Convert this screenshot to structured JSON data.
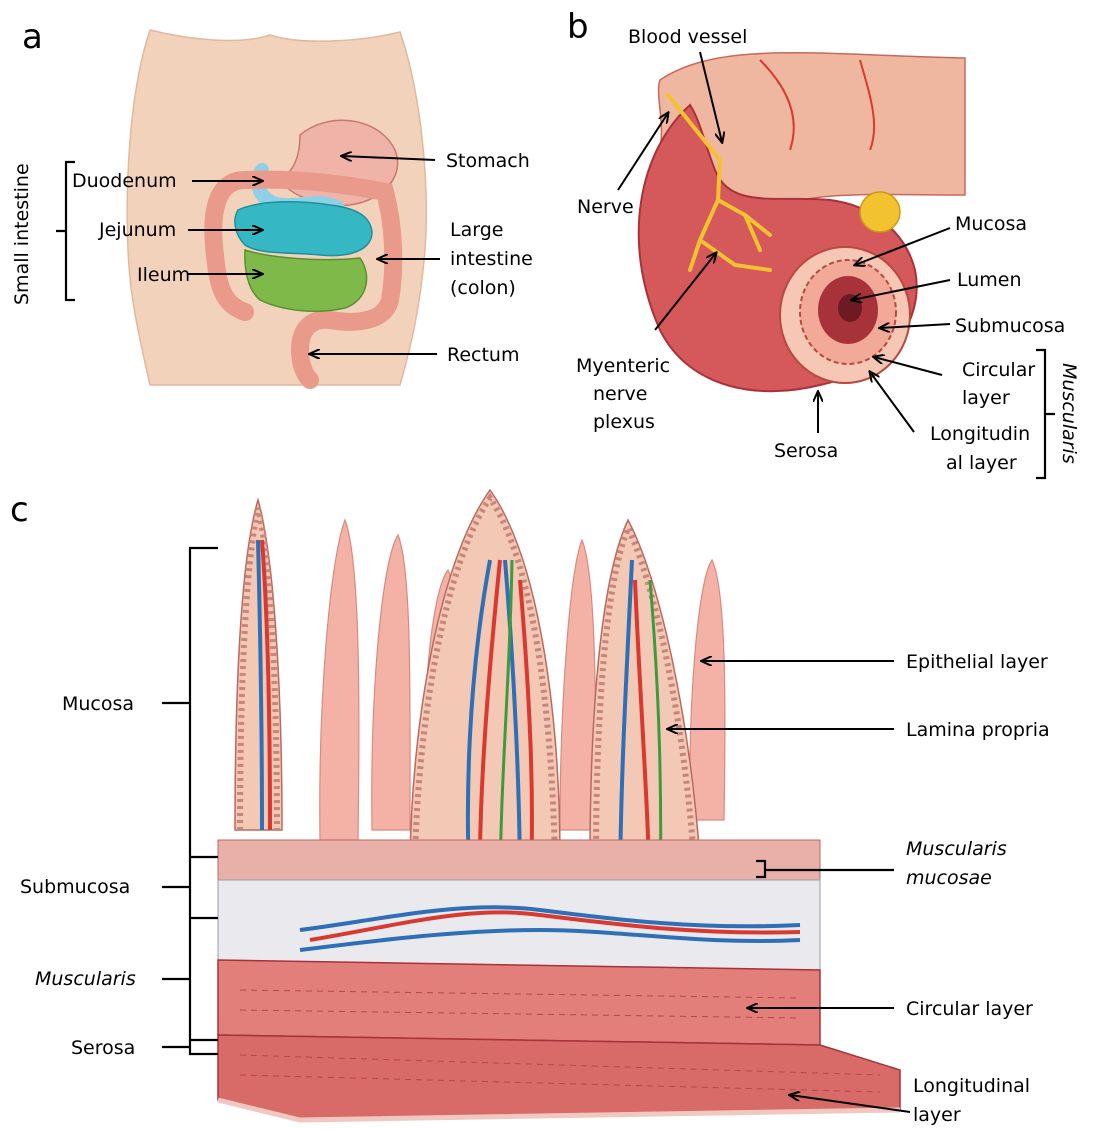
{
  "panels": {
    "a": "a",
    "b": "b",
    "c": "c"
  },
  "panel_a": {
    "group_label": "Small intestine",
    "labels": {
      "duodenum": "Duodenum",
      "jejunum": "Jejunum",
      "ileum": "Ileum",
      "stomach": "Stomach",
      "large_intestine": [
        "Large",
        "intestine",
        "(colon)"
      ],
      "rectum": "Rectum"
    }
  },
  "panel_b": {
    "labels": {
      "blood_vessel": "Blood vessel",
      "nerve": "Nerve",
      "mucosa": "Mucosa",
      "lumen": "Lumen",
      "submucosa": "Submucosa",
      "circular_layer": [
        "Circular",
        "layer"
      ],
      "longitudinal_layer": [
        "Longitudin",
        "al layer"
      ],
      "myenteric": [
        "Myenteric",
        "nerve",
        "plexus"
      ],
      "serosa": "Serosa",
      "muscularis": "Muscularis"
    }
  },
  "panel_c": {
    "left_labels": {
      "mucosa": "Mucosa",
      "submucosa": "Submucosa",
      "muscularis": "Muscularis",
      "serosa": "Serosa"
    },
    "right_labels": {
      "epithelial": "Epithelial layer",
      "lamina": "Lamina propria",
      "muscularis_mucosae": [
        "Muscularis",
        "mucosae"
      ],
      "circular": "Circular layer",
      "longitudinal": [
        "Longitudinal",
        "layer"
      ]
    }
  },
  "colors": {
    "skin": "#f3d2bc",
    "duodenum": "#8fd0e6",
    "jejunum": "#35b8c4",
    "ileum": "#7eb94a",
    "colon": "#e99a8a",
    "muscle": "#d5595a",
    "mucosa_pink": "#f2b3a9",
    "vein": "#2f6fb5",
    "artery": "#d83a32",
    "lymph": "#3f9a3c",
    "nerve": "#f2c230"
  }
}
